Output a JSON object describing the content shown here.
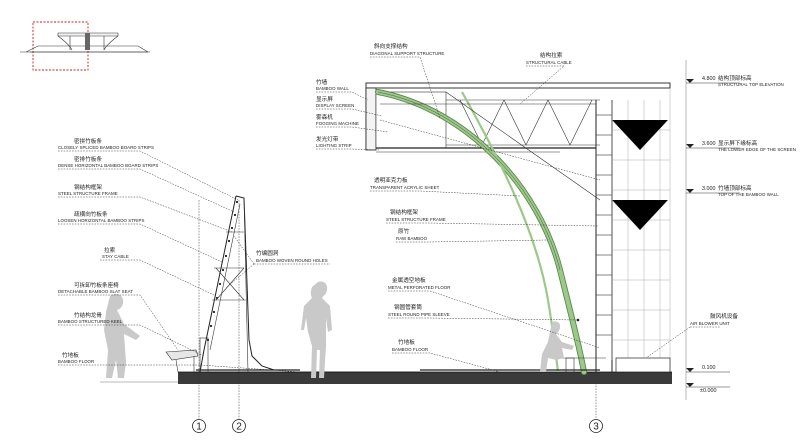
{
  "key_plan": {
    "label": ""
  },
  "annotations": {
    "bamboo_board_close_zh": "密拼竹板条",
    "bamboo_board_close_en": "CLOSELY SPLICED BAMBOO BOARD STRIPS",
    "bamboo_board_dense_zh": "密排竹板条",
    "bamboo_board_dense_en": "DENSE HORIZONTAL BAMBOO BOARD STRIPS",
    "steel_frame_left_zh": "钢结构框架",
    "steel_frame_left_en": "STEEL STRUCTURE FRAME",
    "loose_strips_zh": "疏横向竹板条",
    "loose_strips_en": "LOOSEN HORIZONTAL BAMBOO STRIPS",
    "stay_cable_zh": "拉索",
    "stay_cable_en": "STAY CABLE",
    "round_holes_zh": "竹编圆洞",
    "round_holes_en": "BAMBOO WOVEN ROUND HOLES",
    "seat_zh": "可拆卸竹板条座椅",
    "seat_en": "DETACHABLE BAMBOO SLAT SEAT",
    "keel_zh": "竹结构龙骨",
    "keel_en": "BAMBOO STRUCTURED KEEL",
    "floor_left_zh": "竹地板",
    "floor_left_en": "BAMBOO FLOOR",
    "diag_support_zh": "斜向支撑结构",
    "diag_support_en": "DIAGONAL SUPPORT STRUCTURE",
    "struct_cable_zh": "结构拉索",
    "struct_cable_en": "STRUCTURAL CABLE",
    "bamboo_wall_zh": "竹墙",
    "bamboo_wall_en": "BAMBOO WALL",
    "display_zh": "显示屏",
    "display_en": "DISPLAY SCREEN",
    "fogging_zh": "雾森机",
    "fogging_en": "FOGGING MACHINE",
    "lighting_zh": "发光灯带",
    "lighting_en": "LIGHTING STRIP",
    "acrylic_zh": "透明亚克力板",
    "acrylic_en": "TRANSPARENT ACRYLIC SHEET",
    "steel_frame_right_zh": "钢结构框架",
    "steel_frame_right_en": "STEEL STRUCTURE FRAME",
    "raw_bamboo_zh": "原竹",
    "raw_bamboo_en": "RAW BAMBOO",
    "perforated_zh": "金属透空地板",
    "perforated_en": "METAL PERFORATED FLOOR",
    "pipe_sleeve_zh": "钢圆管套筒",
    "pipe_sleeve_en": "STEEL ROUND PIPE SLEEVE",
    "floor_right_zh": "竹地板",
    "floor_right_en": "BAMBOO FLOOR",
    "air_blower_zh": "鼓风机设备",
    "air_blower_en": "AIR BLOWER UNIT"
  },
  "levels": [
    {
      "value": "4.800",
      "zh": "结构顶部标高",
      "en": "STRUCTURAL TOP ELEVATION"
    },
    {
      "value": "3.600",
      "zh": "显示屏下缘标高",
      "en": "THE LOWER EDGE OF THE SCREEN"
    },
    {
      "value": "3.000",
      "zh": "竹墙顶部标高",
      "en": "TOP OF THE BAMBOO WALL"
    },
    {
      "value": "0.100",
      "zh": "",
      "en": ""
    },
    {
      "value": "±0.000",
      "zh": "",
      "en": ""
    }
  ],
  "grid": {
    "g1": "1",
    "g2": "2",
    "g3": "3"
  },
  "colors": {
    "line": "#222222",
    "green": "#9cc98a",
    "green_dark": "#5a8a4a",
    "figure": "#c9c9c9",
    "ground": "#3a3a3a",
    "keyplan_red": "#d01c1c"
  }
}
